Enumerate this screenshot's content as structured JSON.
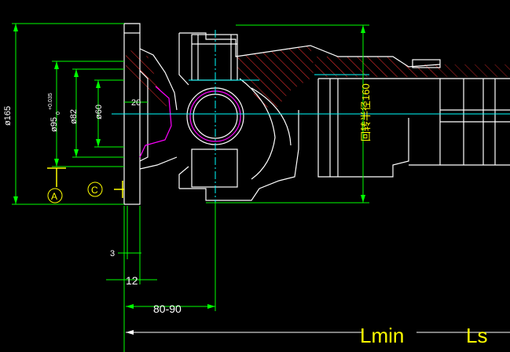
{
  "drawing": {
    "colors": {
      "outline": "#FFFFFF",
      "dimension": "#FFFF00",
      "dim_line": "#00FF00",
      "center_line": "#00FFFF",
      "hatch": "#FF3333",
      "arc_accent": "#FF00FF",
      "background": "#000000"
    },
    "dims": {
      "d165": "ø165",
      "d95": "ø95",
      "d95_tol": "+0.035",
      "d95_tol_low": "0",
      "d82": "ø82",
      "d60": "ø60",
      "d20": "20",
      "d160": "回转半径160",
      "d3": "3",
      "d12": "12",
      "d80_90": "80-90",
      "lmin": "Lmin",
      "ls": "Ls"
    },
    "datums": {
      "a": "A",
      "c": "C"
    }
  }
}
